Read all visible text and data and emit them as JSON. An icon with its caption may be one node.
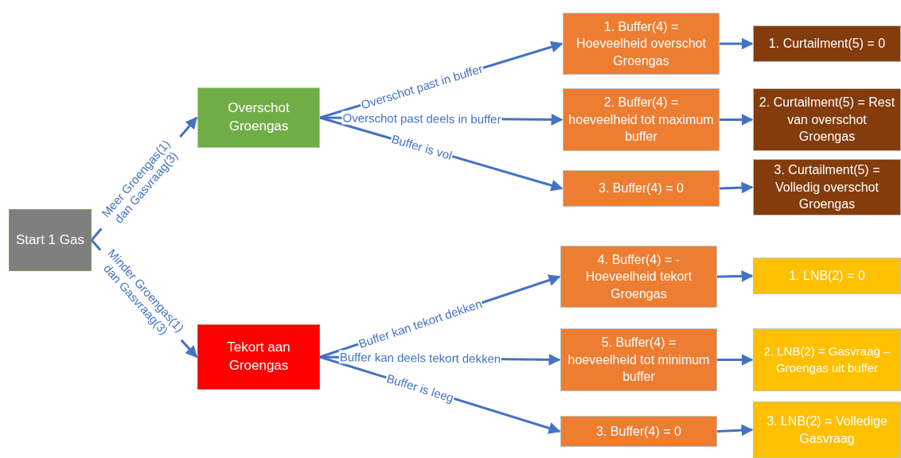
{
  "diagram": {
    "nodes": [
      {
        "text": [
          "Start 1 Gas"
        ]
      },
      {
        "text": [
          "Overschot Groengas"
        ]
      },
      {
        "text": [
          "Tekort aan Groengas"
        ]
      },
      {
        "text": [
          "1. Buffer(4) = Hoeveelheid overschot Groengas"
        ]
      },
      {
        "text": [
          "2. Buffer(4) = hoeveelheid tot maximum buffer"
        ]
      },
      {
        "text": [
          "3. Buffer(4) = 0"
        ]
      },
      {
        "text": [
          "1. Curtailment(5) = 0"
        ]
      },
      {
        "text": [
          "2. Curtailment(5) = Rest van overschot Groengas"
        ]
      },
      {
        "text": [
          "3. Curtailment(5) = Volledig overschot Groengas"
        ]
      },
      {
        "text": [
          "4. Buffer(4) = - Hoeveelheid tekort Groengas"
        ]
      },
      {
        "text": [
          "5. Buffer(4) = hoeveelheid tot minimum buffer"
        ]
      },
      {
        "text": [
          "3. Buffer(4) = 0"
        ]
      },
      {
        "text": [
          "1. LNB(2) = 0"
        ]
      },
      {
        "text": [
          "2. LNB(2) = Gasvraag – Groengas uit buffer"
        ]
      },
      {
        "text": [
          "3. LNB(2) = Volledige Gasvraag"
        ]
      }
    ],
    "edges": [
      {
        "from": 0,
        "to": 1,
        "arrow": "to",
        "label": "Meer Groengas(1) dan Gasvraag(3)"
      },
      {
        "from": 0,
        "to": 2,
        "arrow": "to",
        "label": "Minder Groengas(1) dan Gasvraag(3)"
      },
      {
        "from": 1,
        "to": 3,
        "arrow": "to",
        "label": "Overschot past in buffer"
      },
      {
        "from": 1,
        "to": 4,
        "arrow": "to",
        "label": "Overschot past deels in buffer"
      },
      {
        "from": 1,
        "to": 5,
        "arrow": "to",
        "label": "Buffer is vol"
      },
      {
        "from": 3,
        "to": 6,
        "arrow": "to"
      },
      {
        "from": 4,
        "to": 7,
        "arrow": "to"
      },
      {
        "from": 5,
        "to": 8,
        "arrow": "to"
      },
      {
        "from": 2,
        "to": 9,
        "arrow": "to",
        "label": "Buffer kan tekort dekken"
      },
      {
        "from": 2,
        "to": 10,
        "arrow": "to",
        "label": "Buffer kan deels tekort dekken"
      },
      {
        "from": 2,
        "to": 11,
        "arrow": "to",
        "label": "Buffer is leeg"
      },
      {
        "from": 9,
        "to": 12,
        "arrow": "to"
      },
      {
        "from": 10,
        "to": 13,
        "arrow": "to"
      },
      {
        "from": 11,
        "to": 14,
        "arrow": "to"
      }
    ]
  }
}
